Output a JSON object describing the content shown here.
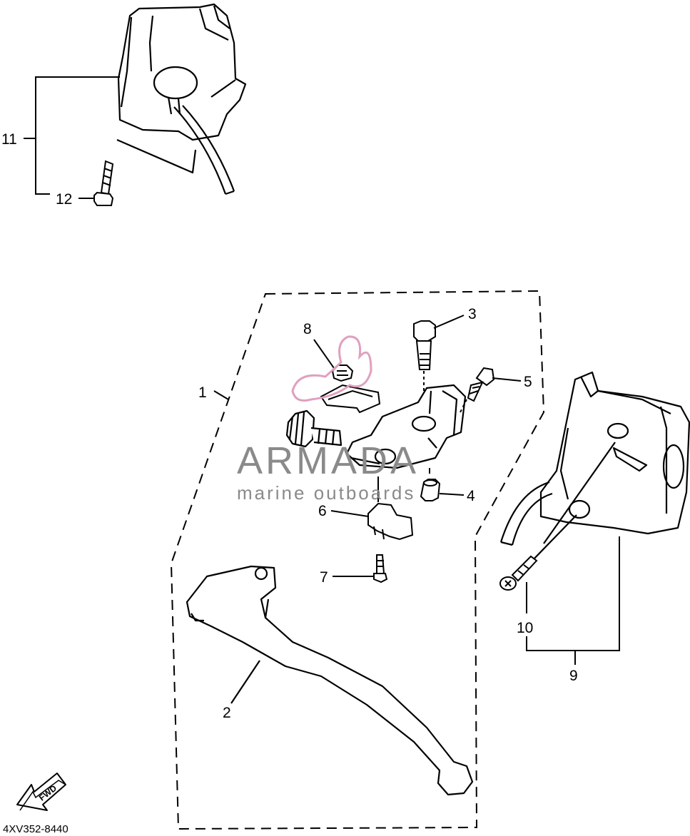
{
  "diagram": {
    "code": "4XV352-8440",
    "fwd_label": "FWD",
    "callouts": [
      "1",
      "2",
      "3",
      "4",
      "5",
      "6",
      "7",
      "8",
      "9",
      "10",
      "11",
      "12"
    ]
  },
  "watermark": {
    "brand": "ARMADA",
    "tagline": "marine outboards",
    "brand_color": "#8a8a8a",
    "logo_color": "#e0a0bf"
  }
}
